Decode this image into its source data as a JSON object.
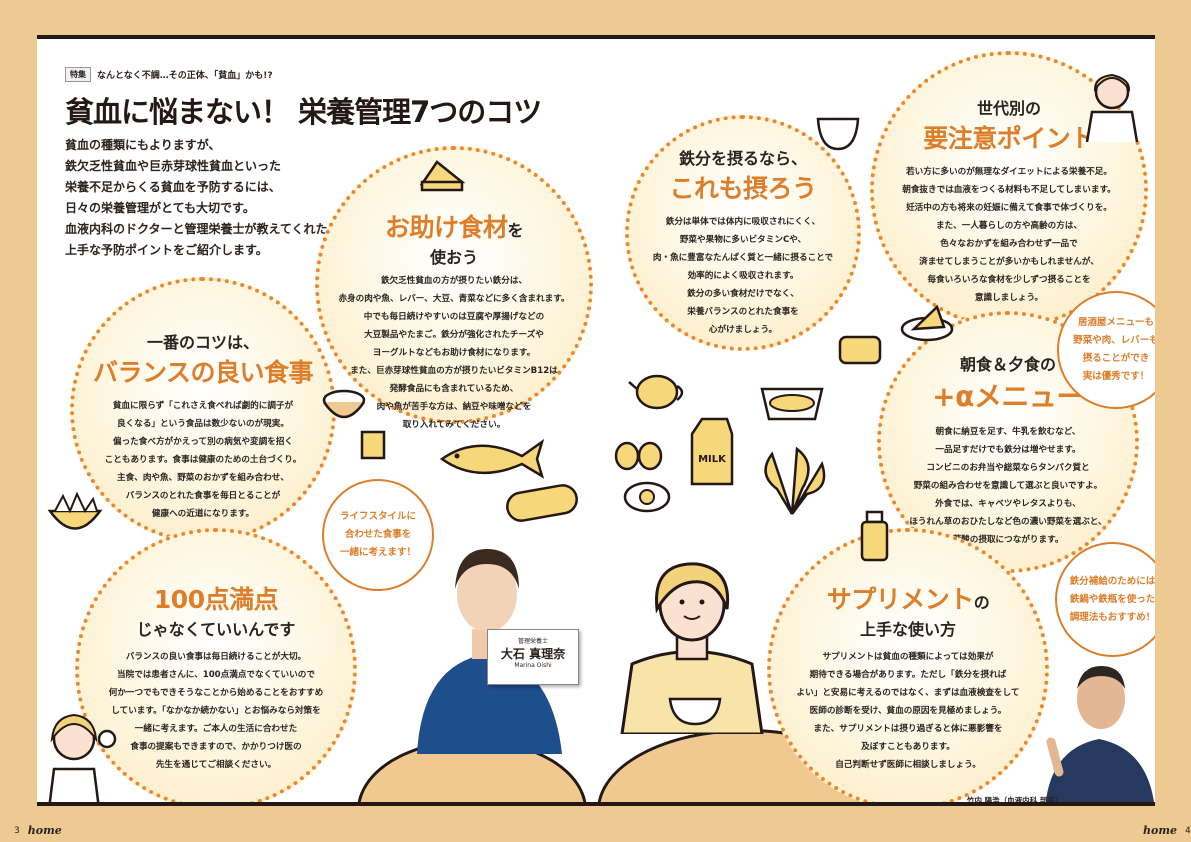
{
  "header": {
    "tag": "特集",
    "kicker": "なんとなく不調…その正体、「貧血」かも!?",
    "title": "貧血に悩まない！ 栄養管理7つのコツ",
    "intro": "貧血の種類にもよりますが、\n鉄欠乏性貧血や巨赤芽球性貧血といった\n栄養不足からくる貧血を予防するには、\n日々の栄養管理がとても大切です。\n血液内科のドクターと管理栄養士が教えてくれた\n上手な予防ポイントをご紹介します。"
  },
  "tips": [
    {
      "pre": "一番のコツは、",
      "main": "バランスの良い食事",
      "post": "",
      "body": "貧血に限らず「これさえ食べれば劇的に調子が\n良くなる」という食品は数少ないのが現実。\n偏った食べ方がかえって別の病気や変調を招く\nこともあります。食事は健康のための土台づくり。\n主食、肉や魚、野菜のおかずを組み合わせ、\nバランスのとれた食事を毎日とることが\n健康への近道になります。"
    },
    {
      "main": "お助け食材",
      "suffix": "を",
      "post": "使おう",
      "body": "鉄欠乏性貧血の方が摂りたい鉄分は、\n赤身の肉や魚、レバー、大豆、青菜などに多く含まれます。\n中でも毎日続けやすいのは豆腐や厚揚げなどの\n大豆製品やたまご。鉄分が強化されたチーズや\nヨーグルトなどもお助け食材になります。\nまた、巨赤芽球性貧血の方が摂りたいビタミンB12は\n発酵食品にも含まれているため、\n肉や魚が苦手な方は、納豆や味噌などを\n取り入れてみてください。"
    },
    {
      "main": "100点満点",
      "post": "じゃなくていいんです",
      "body": "バランスの良い食事は毎日続けることが大切。\n当院では患者さんに、100点満点でなくていいので\n何か一つでもできそうなことから始めることをおすすめ\nしています。「なかなか続かない」とお悩みなら対策を\n一緒に考えます。ご本人の生活に合わせた\n食事の提案もできますので、かかりつけ医の\n先生を通じてご相談ください。"
    },
    {
      "pre": "鉄分を摂るなら、",
      "main": "これも摂ろう",
      "body": "鉄分は単体では体内に吸収されにくく、\n野菜や果物に多いビタミンCや、\n肉・魚に豊富なたんぱく質と一緒に摂ることで\n効率的によく吸収されます。\n鉄分の多い食材だけでなく、\n栄養バランスのとれた食事を\n心がけましょう。"
    },
    {
      "pre": "世代別の",
      "main": "要注意ポイント",
      "body": "若い方に多いのが無理なダイエットによる栄養不足。\n朝食抜きでは血液をつくる材料も不足してしまいます。\n妊活中の方も将来の妊娠に備えて食事で体づくりを。\nまた、一人暮らしの方や高齢の方は、\n色々なおかずを組み合わせず一品で\n済ませてしまうことが多いかもしれませんが、\n毎食いろいろな食材を少しずつ摂ることを\n意識しましょう。"
    },
    {
      "pre": "朝食＆夕食の",
      "main": "+αメニュー",
      "body": "朝食に納豆を足す、牛乳を飲むなど、\n一品足すだけでも鉄分は増やせます。\nコンビニのお弁当や総菜ならタンパク質と\n野菜の組み合わせを意識して選ぶと良いですよ。\n外食では、キャベツやレタスよりも、\nほうれん草のおひたしなど色の濃い野菜を選ぶと、\n葉酸の摂取につながります。"
    },
    {
      "main": "サプリメント",
      "suffix": "の",
      "post": "上手な使い方",
      "body": "サプリメントは貧血の種類によっては効果が\n期待できる場合があります。ただし「鉄分を摂れば\nよい」と安易に考えるのではなく、まずは血液検査をして\n医師の診断を受け、貧血の原因を見極めましょう。\nまた、サプリメントは摂り過ぎると体に悪影響を\n及ぼすこともあります。\n自己判断せず医師に相談しましょう。"
    }
  ],
  "bubbles": {
    "lifestyle": "ライフスタイルに\n合わせた食事を\n一緒に考えます！",
    "izakaya": "居酒屋メニューも\n野菜や肉、レバーも\n摂ることができ\n実は優秀です！",
    "iron_pot": "鉄分補給のためには\n鉄鍋や鉄瓶を使った\n調理法もおすすめ！"
  },
  "nametag": {
    "role": "管理栄養士",
    "name": "大石 真理奈",
    "romaji": "Marina Oishi"
  },
  "doctor_caption": "竹内 陽浩（血液内科 部長）",
  "milk_label": "MILK",
  "footer": {
    "left_page": "3",
    "right_page": "4",
    "logo": "home"
  },
  "colors": {
    "accent": "#DD7E2B",
    "background": "#EDCA92",
    "scrubs": "#1F4E8C"
  }
}
